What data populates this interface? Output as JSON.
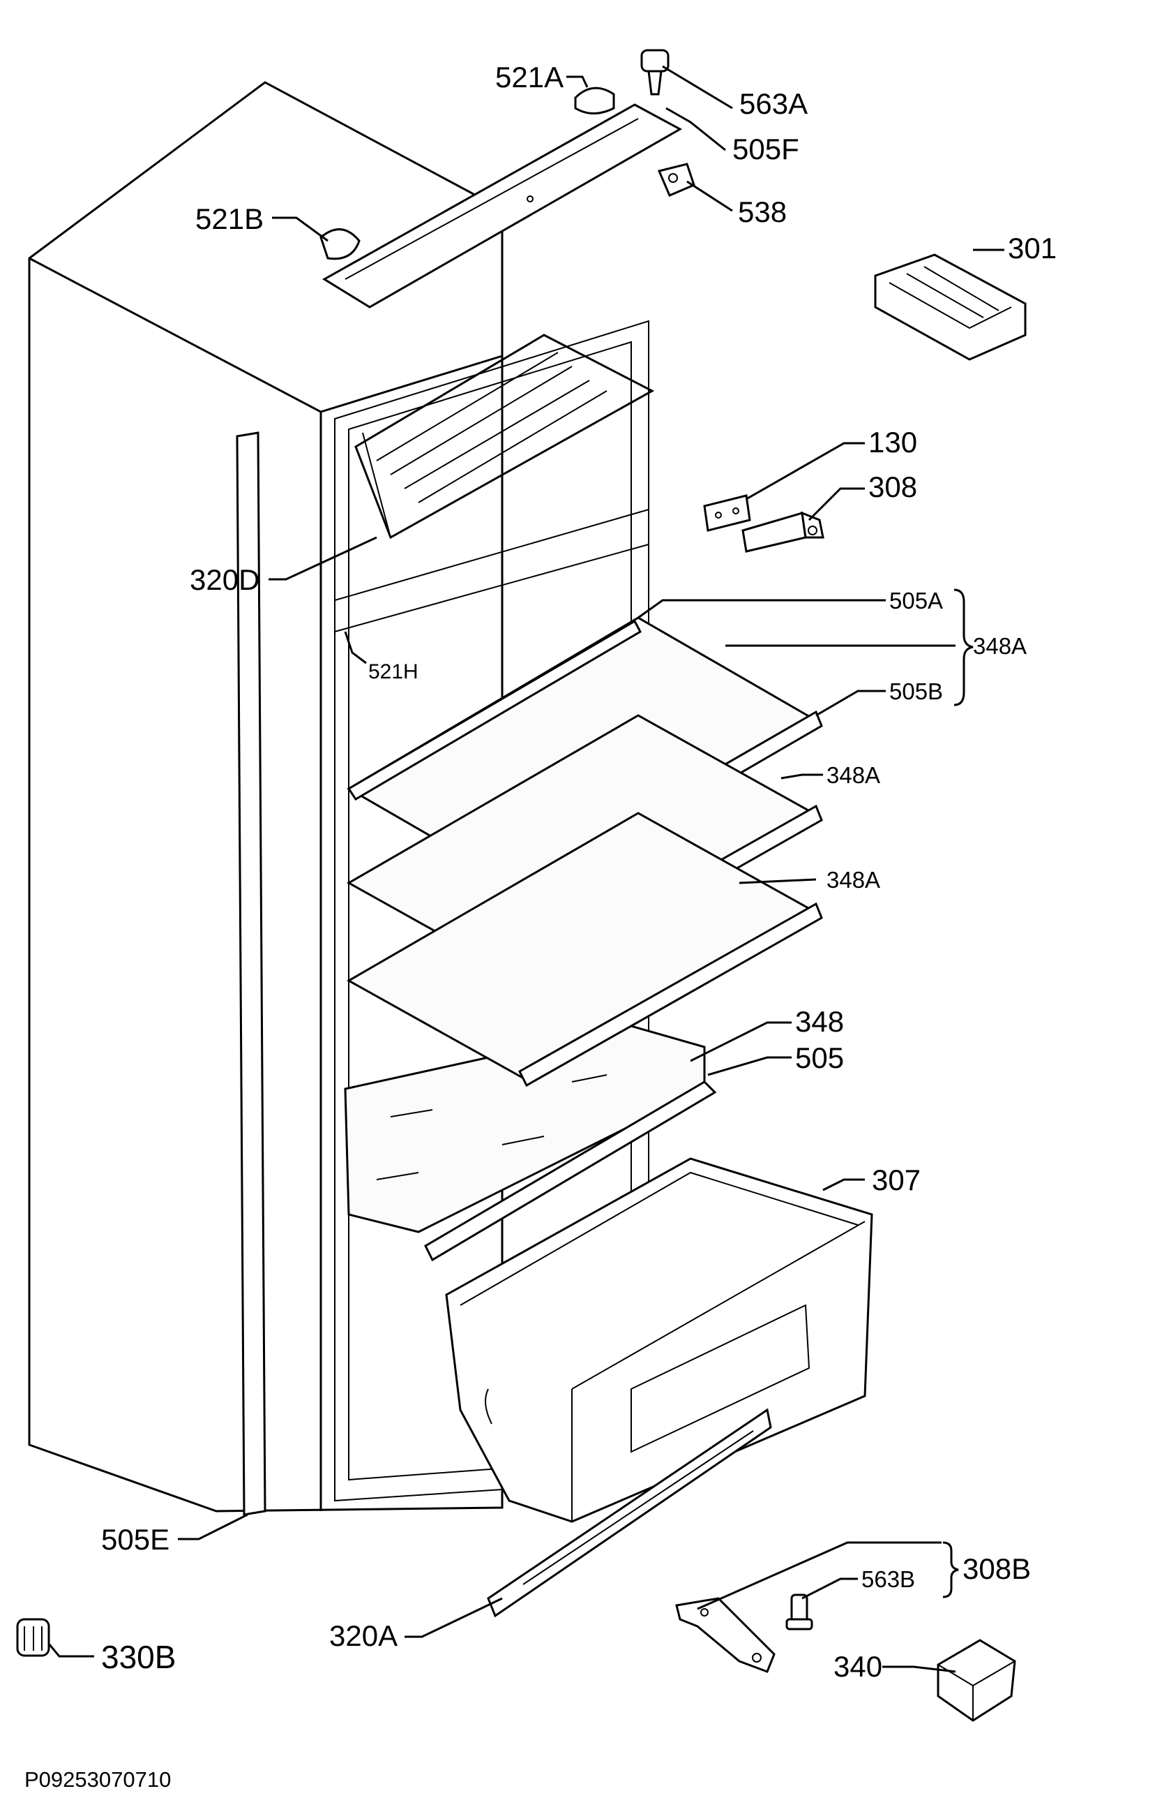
{
  "drawing_code": "P09253070710",
  "callouts": {
    "c521a": "521A",
    "c563a": "563A",
    "c505f": "505F",
    "c521b": "521B",
    "c538": "538",
    "c301": "301",
    "c130": "130",
    "c308": "308",
    "c320d": "320D",
    "c521h": "521H",
    "c505a": "505A",
    "c348a_group": "348A",
    "c505b": "505B",
    "c348a_2": "348A",
    "c348a_3": "348A",
    "c348": "348",
    "c505": "505",
    "c307": "307",
    "c505e": "505E",
    "c563b": "563B",
    "c308b": "308B",
    "c330b": "330B",
    "c320a": "320A",
    "c340": "340"
  }
}
